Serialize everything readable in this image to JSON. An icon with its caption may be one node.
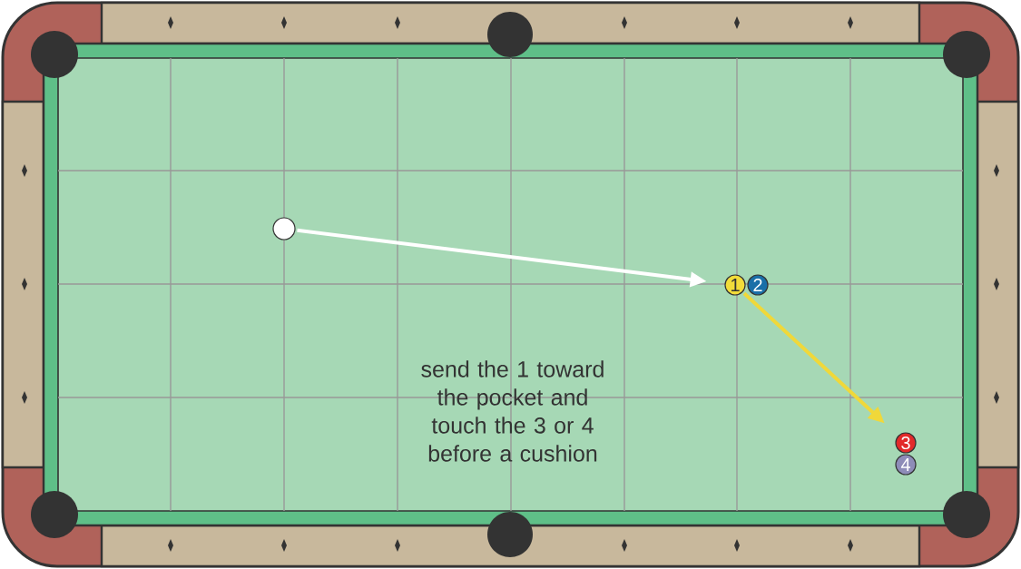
{
  "diagram": {
    "nodes": [
      {
        "text": [],
        "shape": "circle"
      },
      {
        "text": [
          "1"
        ]
      },
      {
        "text": [
          "2"
        ]
      },
      {
        "text": [
          "3"
        ]
      },
      {
        "text": [
          "4"
        ]
      }
    ],
    "edges": [
      {
        "from": 0,
        "to": 1,
        "arrow": "to",
        "color": "#ffffff"
      },
      {
        "from": 1,
        "to": 3,
        "arrow": "to",
        "color": "#f0d83a"
      }
    ],
    "labels": [
      "send the 1 toward the pocket and touch the 3 or 4 before a cushion"
    ]
  }
}
